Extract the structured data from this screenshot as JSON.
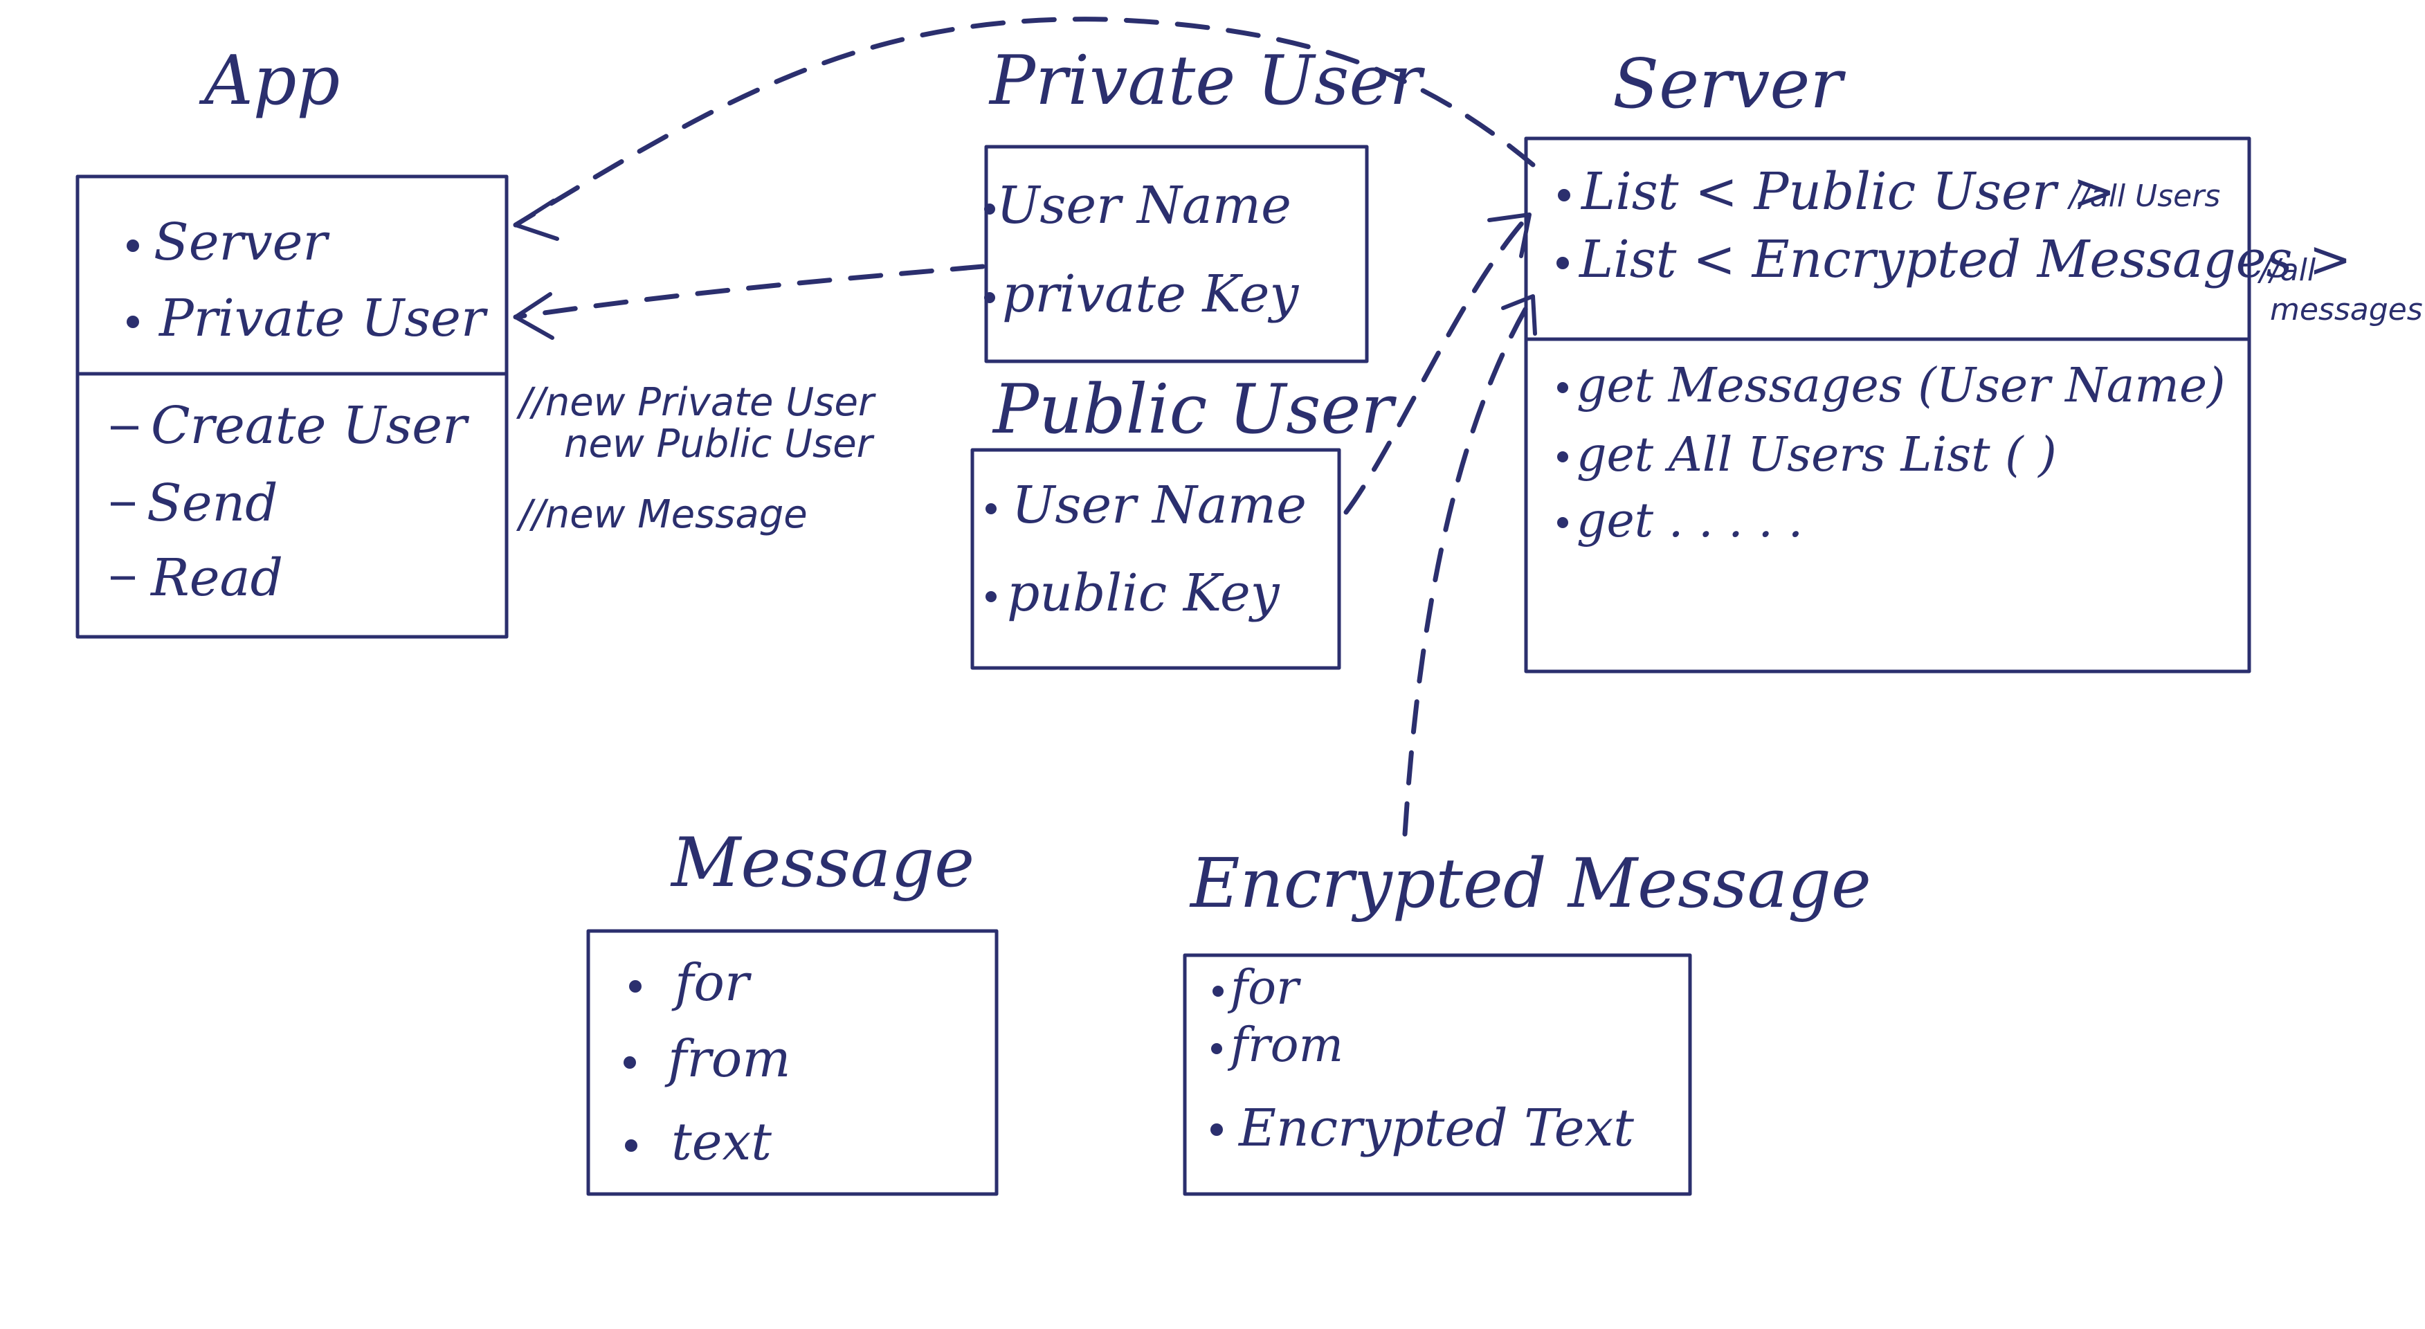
{
  "app": {
    "title": "App",
    "attributes": [
      "Server",
      "Private User"
    ],
    "methods": [
      "Create User",
      "Send",
      "Read"
    ],
    "notes": [
      "//new Private User",
      "new Public User",
      "//new Message"
    ]
  },
  "private_user": {
    "title": "Private User",
    "attributes": [
      "User Name",
      "private Key"
    ]
  },
  "public_user": {
    "title": "Public User",
    "attributes": [
      "User Name",
      "public Key"
    ]
  },
  "server": {
    "title": "Server",
    "attributes": [
      "List < Public User >",
      "List < Encrypted Messages >"
    ],
    "attribute_notes": [
      "//all Users",
      "//all",
      "messages"
    ],
    "methods": [
      "get Messages (User Name)",
      "get All Users List ( )",
      "get . . . . ."
    ]
  },
  "message": {
    "title": "Message",
    "attributes": [
      "for",
      "from",
      "text"
    ]
  },
  "encrypted_message": {
    "title": "Encrypted Message",
    "attributes": [
      "for",
      "from",
      "Encrypted Text"
    ]
  },
  "colors": {
    "ink": "#2b2f6e",
    "paper": "#ffffff"
  }
}
